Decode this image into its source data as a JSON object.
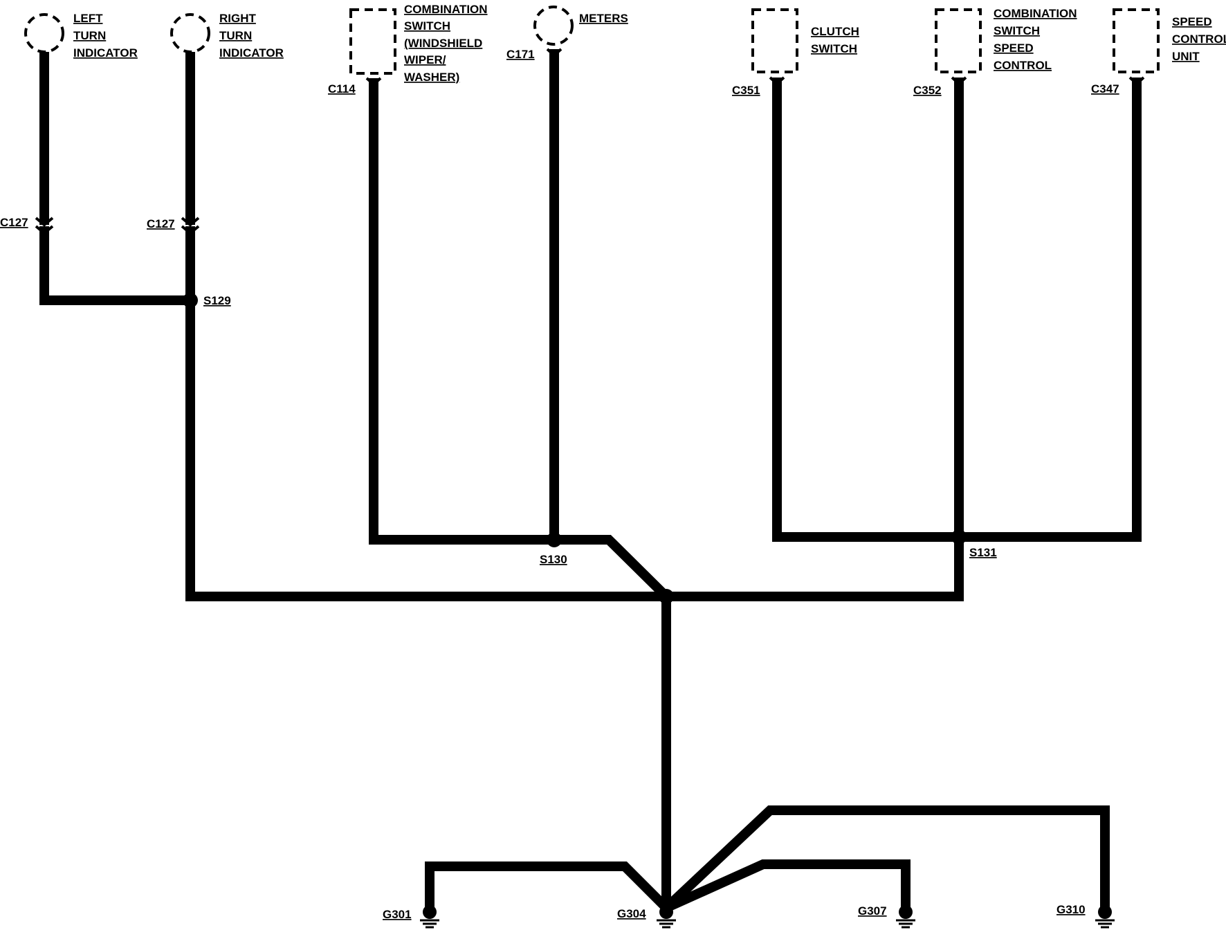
{
  "components": {
    "left_turn_indicator": [
      "LEFT",
      "TURN",
      "INDICATOR"
    ],
    "right_turn_indicator": [
      "RIGHT",
      "TURN",
      "INDICATOR"
    ],
    "combination_switch_wiper": [
      "COMBINATION",
      "SWITCH",
      "(WINDSHIELD",
      "WIPER/",
      "WASHER)"
    ],
    "meters": [
      "METERS"
    ],
    "clutch_switch": [
      "CLUTCH",
      "SWITCH"
    ],
    "combination_switch_speed": [
      "COMBINATION",
      "SWITCH",
      "SPEED",
      "CONTROL"
    ],
    "speed_control_unit": [
      "SPEED",
      "CONTROL",
      "UNIT"
    ]
  },
  "connectors": {
    "c127_left": "C127",
    "c127_right": "C127",
    "c114": "C114",
    "c171": "C171",
    "c351": "C351",
    "c352": "C352",
    "c347": "C347"
  },
  "splices": {
    "s129": "S129",
    "s130": "S130",
    "s131": "S131"
  },
  "grounds": {
    "g301": "G301",
    "g304": "G304",
    "g307": "G307",
    "g310": "G310"
  }
}
